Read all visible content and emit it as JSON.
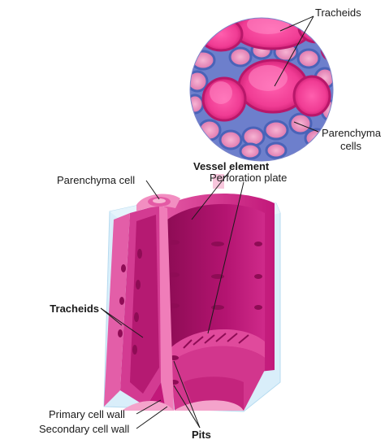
{
  "micrograph": {
    "labels": {
      "tracheids": "Tracheids",
      "parenchyma_cells_line1": "Parenchyma",
      "parenchyma_cells_line2": "cells"
    }
  },
  "block_diagram": {
    "labels": {
      "parenchyma_cell": "Parenchyma cell",
      "vessel_element": "Vessel element",
      "perforation_plate": "Perforation plate",
      "tracheids": "Tracheids",
      "primary_cell_wall": "Primary cell wall",
      "secondary_cell_wall": "Secondary cell wall",
      "pits": "Pits"
    }
  },
  "colors": {
    "magenta_wall": "#c2187a",
    "magenta_light": "#e25aa2",
    "magenta_inner": "#a3105f",
    "pink_pale": "#f3a6c9",
    "block_blue": "#cfe8f7",
    "micro_blue": "#4a63b8",
    "label_text": "#1a1a1a"
  }
}
